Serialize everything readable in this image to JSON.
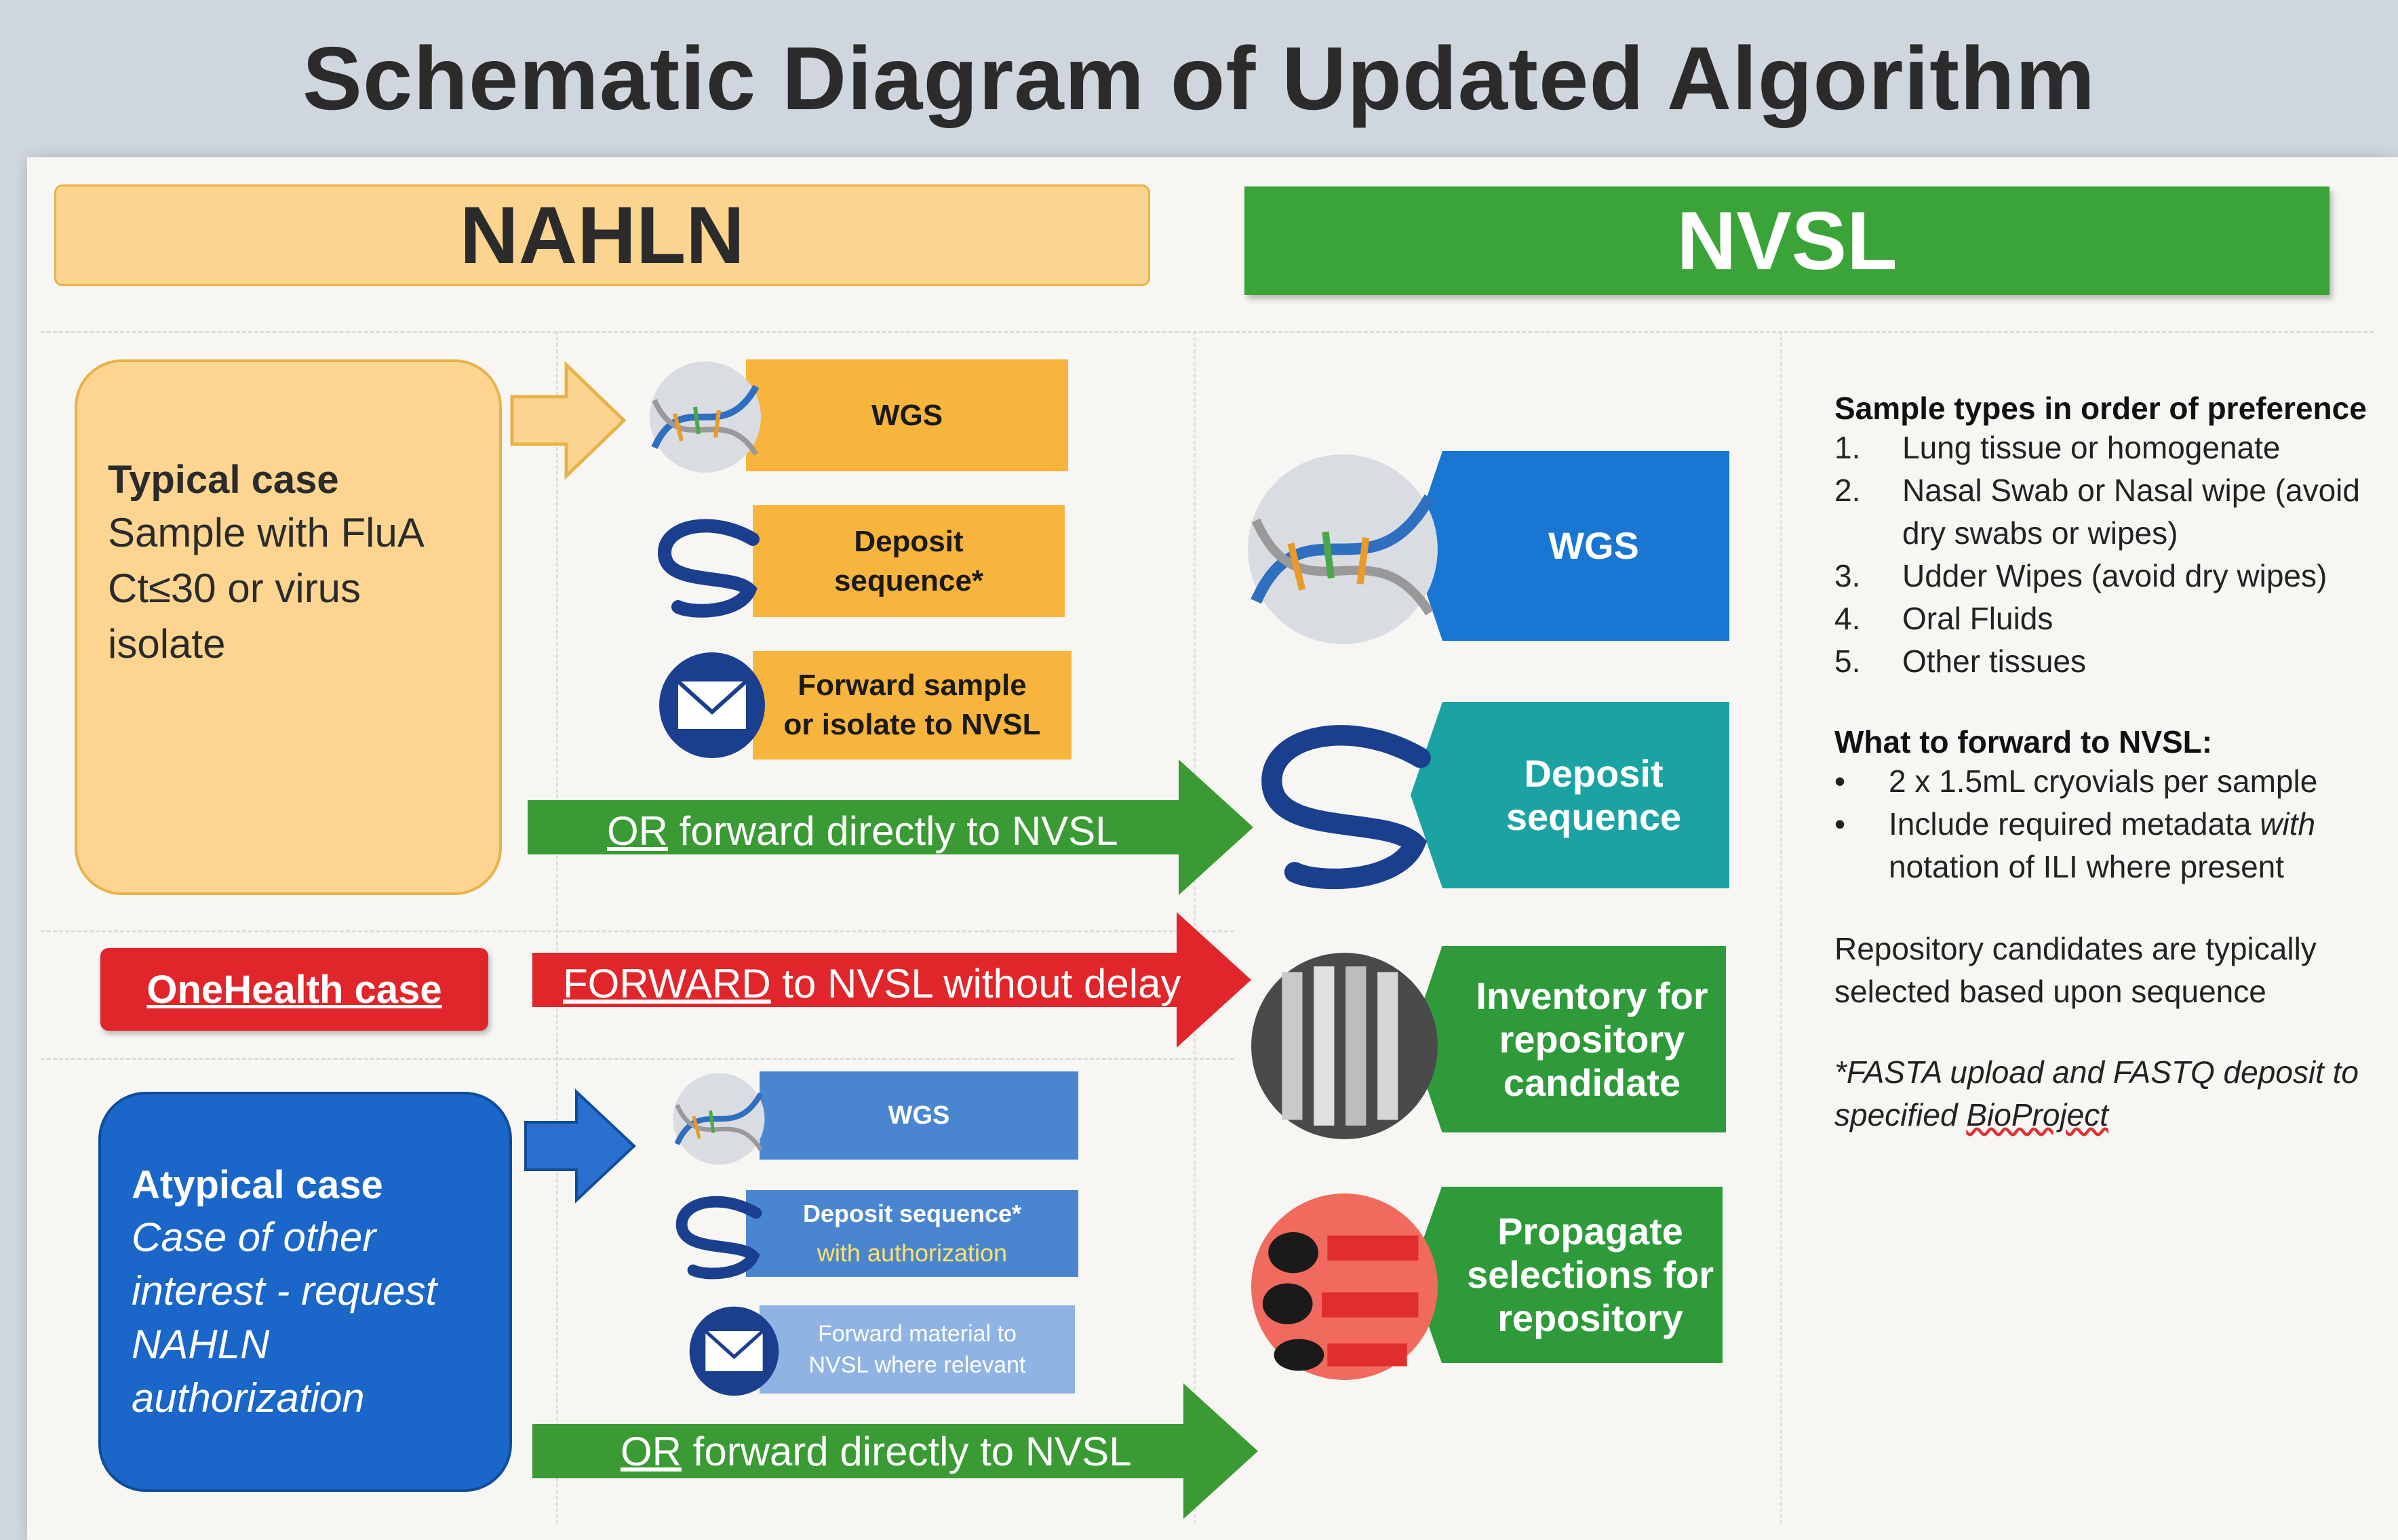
{
  "title": "Schematic Diagram of Updated Algorithm",
  "headers": {
    "left": "NAHLN",
    "right": "NVSL"
  },
  "typical_case": {
    "title": "Typical case",
    "lines": [
      "Sample with FluA",
      "Ct≤30 or virus",
      "isolate"
    ]
  },
  "onehealth_case": {
    "label": "OneHealth case"
  },
  "atypical_case": {
    "title": "Atypical case",
    "lines": [
      "Case of other",
      "interest - request",
      "NAHLN",
      "authorization"
    ]
  },
  "nahln_typical_steps": {
    "wgs": "WGS",
    "deposit_line1": "Deposit",
    "deposit_line2": "sequence*",
    "forward_line1": "Forward sample",
    "forward_line2": "or isolate to NVSL"
  },
  "nahln_atypical_steps": {
    "wgs": "WGS",
    "deposit_line1": "Deposit sequence*",
    "deposit_line2": "with authorization",
    "forward_line1": "Forward material to",
    "forward_line2": "NVSL where relevant"
  },
  "arrows": {
    "typical": {
      "keyword": "OR",
      "rest": " forward directly to NVSL"
    },
    "onehealth": {
      "keyword": "FORWARD",
      "rest": " to NVSL without delay"
    },
    "atypical": {
      "keyword": "OR",
      "rest": " forward directly to NVSL"
    }
  },
  "nvsl_steps": {
    "wgs": "WGS",
    "deposit_line1": "Deposit",
    "deposit_line2": "sequence",
    "inventory_line1": "Inventory for",
    "inventory_line2": "repository",
    "inventory_line3": "candidate",
    "propagate_line1": "Propagate",
    "propagate_line2": "selections for",
    "propagate_line3": "repository"
  },
  "info": {
    "sample_types_heading": "Sample types in order of preference",
    "sample_types": [
      {
        "num": "1.",
        "text": "Lung tissue or homogenate"
      },
      {
        "num": "2.",
        "text": "Nasal Swab or Nasal wipe (avoid dry swabs or wipes)"
      },
      {
        "num": "3.",
        "text": "Udder Wipes (avoid dry wipes)"
      },
      {
        "num": "4.",
        "text": "Oral Fluids"
      },
      {
        "num": "5.",
        "text": "Other tissues"
      }
    ],
    "forward_heading": "What to forward to NVSL:",
    "forward_items": {
      "bullet": "•",
      "item1": "2 x 1.5mL cryovials per sample",
      "item2_start": "Include required metadata ",
      "item2_italic": "with",
      "item2_end": "notation of ILI where present"
    },
    "repository_note": "Repository candidates are typically selected based upon sequence",
    "fasta_note_start": "*FASTA upload and FASTQ deposit to specified ",
    "fasta_note_link": "BioProject"
  },
  "colors": {
    "orange": "#f8b53d",
    "nvsl_green": "#3ba439",
    "blue": "#1a66c9",
    "teal": "#1ba3a3",
    "red": "#e0262a",
    "arrow_green": "#3a9a33"
  },
  "icons": [
    "dna-helix-icon",
    "sequence-swirl-icon",
    "envelope-icon",
    "test-tubes-icon",
    "red-vials-icon"
  ]
}
